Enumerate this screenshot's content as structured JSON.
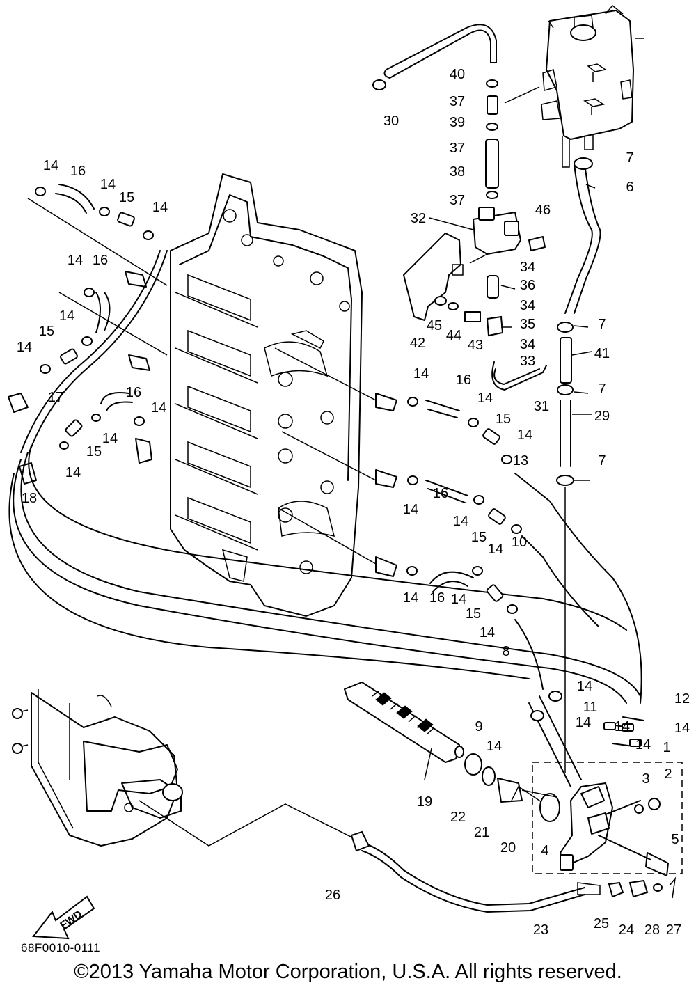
{
  "diagram": {
    "code": "68F0010-0111",
    "copyright": "©2013 Yamaha Motor Corporation, U.S.A. All rights reserved.",
    "fwd_label": "FWD",
    "callouts": [
      "1",
      "2",
      "3",
      "4",
      "5",
      "6",
      "7",
      "7",
      "7",
      "7",
      "8",
      "9",
      "10",
      "11",
      "12",
      "13",
      "14",
      "14",
      "14",
      "14",
      "14",
      "14",
      "14",
      "14",
      "14",
      "14",
      "14",
      "14",
      "14",
      "14",
      "14",
      "14",
      "14",
      "14",
      "14",
      "14",
      "14",
      "14",
      "14",
      "14",
      "15",
      "15",
      "15",
      "15",
      "15",
      "15",
      "16",
      "16",
      "16",
      "16",
      "16",
      "16",
      "17",
      "18",
      "19",
      "20",
      "21",
      "22",
      "23",
      "24",
      "25",
      "26",
      "27",
      "28",
      "29",
      "30",
      "31",
      "32",
      "33",
      "34",
      "34",
      "34",
      "35",
      "36",
      "37",
      "37",
      "37",
      "38",
      "39",
      "40",
      "41",
      "42",
      "43",
      "44",
      "45",
      "46"
    ]
  }
}
